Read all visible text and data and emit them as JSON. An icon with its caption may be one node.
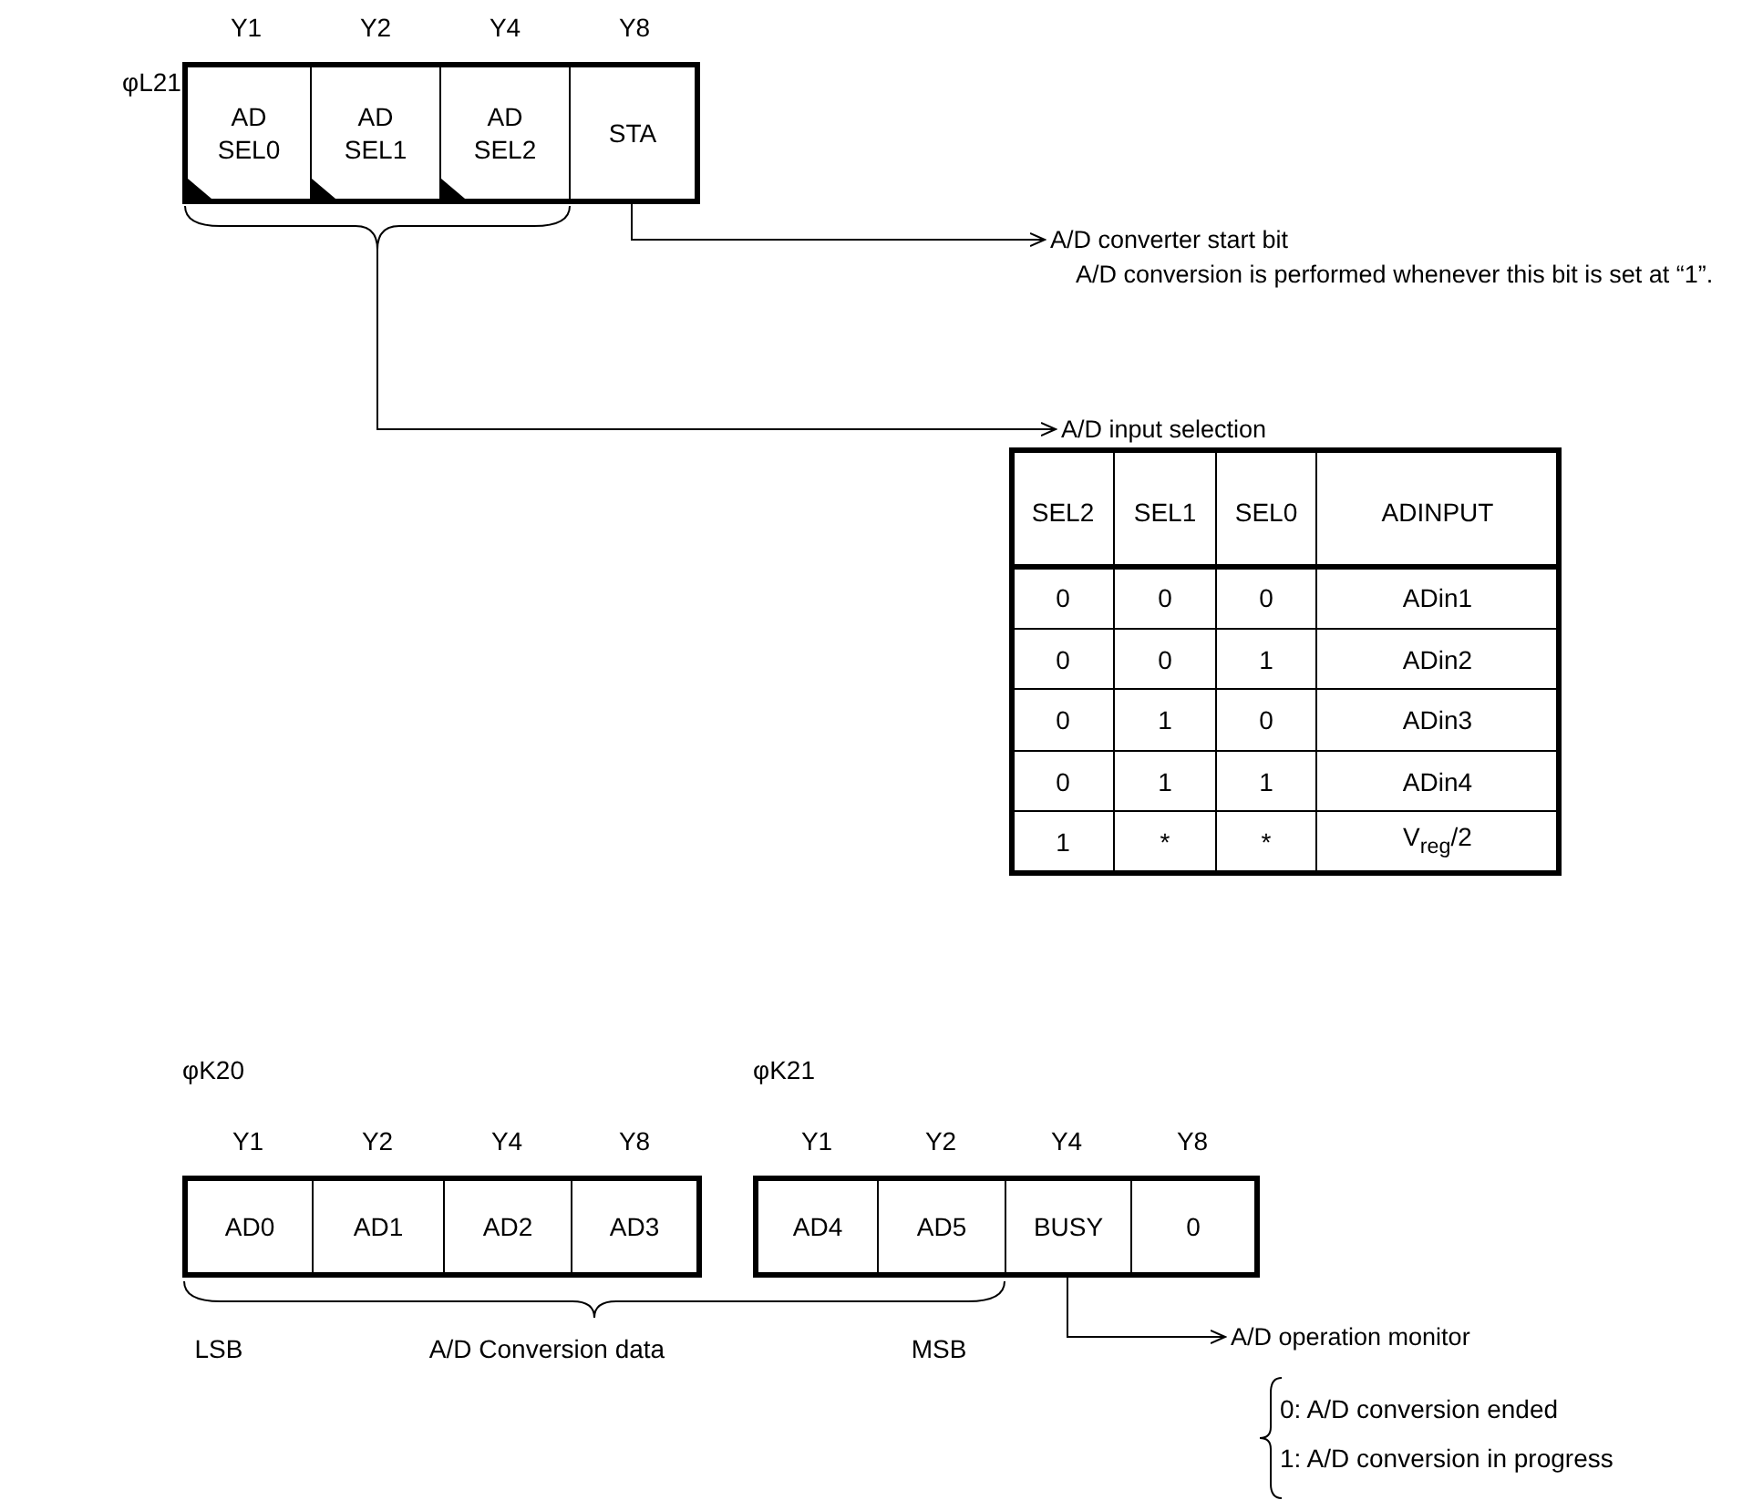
{
  "diagram": {
    "nodes": [
      {
        "text": [],
        "shape": "box"
      },
      {
        "text": [
          "AD SEL0"
        ],
        "in": 0
      },
      {
        "text": [
          "AD SEL1"
        ],
        "in": 0
      },
      {
        "text": [
          "AD SEL2"
        ],
        "in": 0
      },
      {
        "text": [
          "STA"
        ],
        "in": 0
      },
      {
        "text": [],
        "shape": "brace"
      },
      {
        "text": [
          "A/D converter start bit",
          "A/D conversion is performed whenever this bit is set at “1”."
        ]
      },
      {
        "text": [
          "A/D input selection"
        ]
      },
      {
        "text": [],
        "shape": "box"
      },
      {
        "text": [
          "AD0"
        ],
        "in": 8
      },
      {
        "text": [
          "AD1"
        ],
        "in": 8
      },
      {
        "text": [
          "AD2"
        ],
        "in": 8
      },
      {
        "text": [
          "AD3"
        ],
        "in": 8
      },
      {
        "text": [],
        "shape": "box"
      },
      {
        "text": [
          "AD4"
        ],
        "in": 13
      },
      {
        "text": [
          "AD5"
        ],
        "in": 13
      },
      {
        "text": [
          "BUSY"
        ],
        "in": 13
      },
      {
        "text": [
          "0"
        ],
        "in": 13
      },
      {
        "text": [
          "A/D operation monitor"
        ]
      }
    ],
    "edges": [
      {
        "from": 4,
        "to": 6,
        "arrow": "to"
      },
      {
        "from": 5,
        "to": 7,
        "arrow": "to"
      },
      {
        "from": 16,
        "to": 18,
        "arrow": "to"
      }
    ],
    "labels": [
      "φL21",
      "Y1",
      "Y2",
      "Y4",
      "Y8",
      "SEL2",
      "SEL1",
      "SEL0",
      "ADINPUT",
      "0",
      "0",
      "0",
      "ADin1",
      "0",
      "0",
      "1",
      "ADin2",
      "0",
      "1",
      "0",
      "ADin3",
      "0",
      "1",
      "1",
      "ADin4",
      "1",
      "*",
      "*",
      "V$_{reg}$/2",
      "φK20",
      "φK21",
      "Y1",
      "Y2",
      "Y4",
      "Y8",
      "Y1",
      "Y2",
      "Y4",
      "Y8",
      "LSB",
      "A/D Conversion data",
      "MSB",
      "0: A/D conversion ended",
      "1: A/D conversion in progress"
    ]
  }
}
